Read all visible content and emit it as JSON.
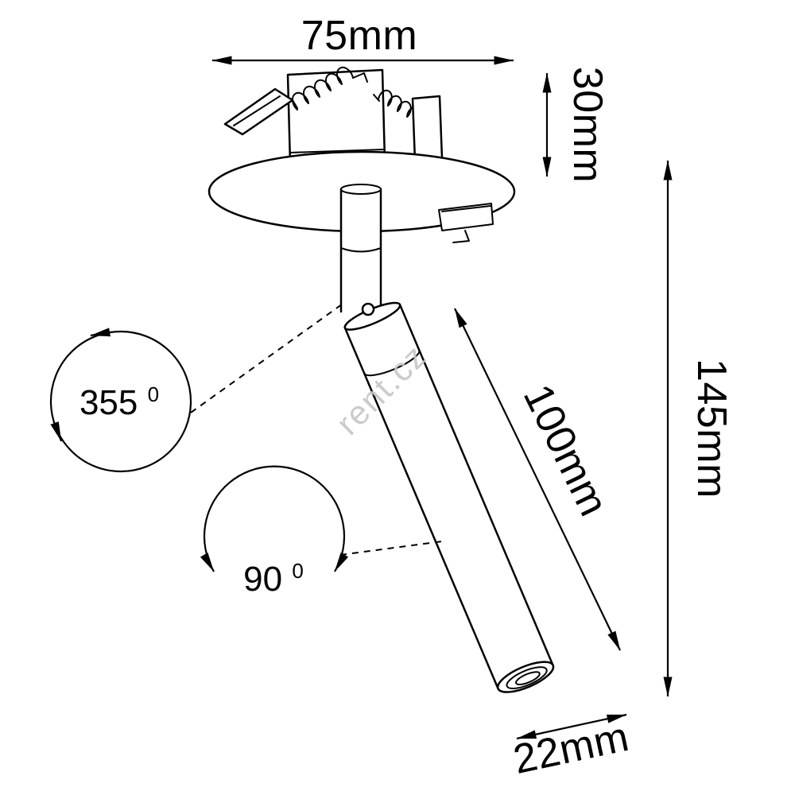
{
  "diagram": {
    "watermark": "rent.cz",
    "dimensions": {
      "flange_width": "75mm",
      "recess_depth": "30mm",
      "total_length": "145mm",
      "tube_length": "100mm",
      "tube_diameter": "22mm"
    },
    "angles": {
      "rotation_value": "355",
      "rotation_sup": "0",
      "tilt_value": "90",
      "tilt_sup": "0"
    },
    "colors": {
      "line": "#000000",
      "watermark": "#c6c6c6",
      "background": "#ffffff"
    }
  }
}
